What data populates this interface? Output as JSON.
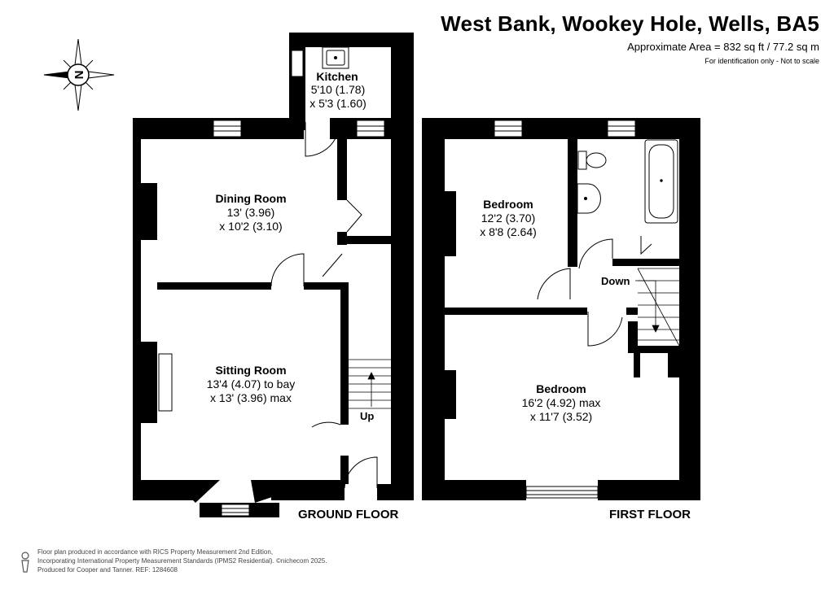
{
  "header": {
    "address": "West Bank, Wookey Hole, Wells, BA5",
    "area": "Approximate Area = 832 sq ft / 77.2 sq m",
    "disclaimer": "For identification only - Not to scale"
  },
  "compass": {
    "letter": "N"
  },
  "floors": {
    "ground": {
      "label": "GROUND FLOOR"
    },
    "first": {
      "label": "FIRST FLOOR"
    }
  },
  "rooms": {
    "kitchen": {
      "name": "Kitchen",
      "dim1": "5'10 (1.78)",
      "dim2": "x 5'3 (1.60)"
    },
    "dining": {
      "name": "Dining Room",
      "dim1": "13' (3.96)",
      "dim2": "x 10'2 (3.10)"
    },
    "sitting": {
      "name": "Sitting Room",
      "dim1": "13'4 (4.07) to bay",
      "dim2": "x 13' (3.96) max"
    },
    "bedroom1": {
      "name": "Bedroom",
      "dim1": "12'2 (3.70)",
      "dim2": "x 8'8 (2.64)"
    },
    "bedroom2": {
      "name": "Bedroom",
      "dim1": "16'2 (4.92) max",
      "dim2": "x 11'7 (3.52)"
    }
  },
  "stairs": {
    "up": "Up",
    "down": "Down"
  },
  "footer": {
    "line1": "Floor plan produced in accordance with RICS Property Measurement 2nd Edition,",
    "line2": "Incorporating International Property Measurement Standards (IPMS2 Residential).  ©nichecom 2025.",
    "line3": "Produced for Cooper and Tanner.   REF: 1284608"
  },
  "colors": {
    "wall": "#000000",
    "window": "#ffffff",
    "background": "#ffffff"
  }
}
